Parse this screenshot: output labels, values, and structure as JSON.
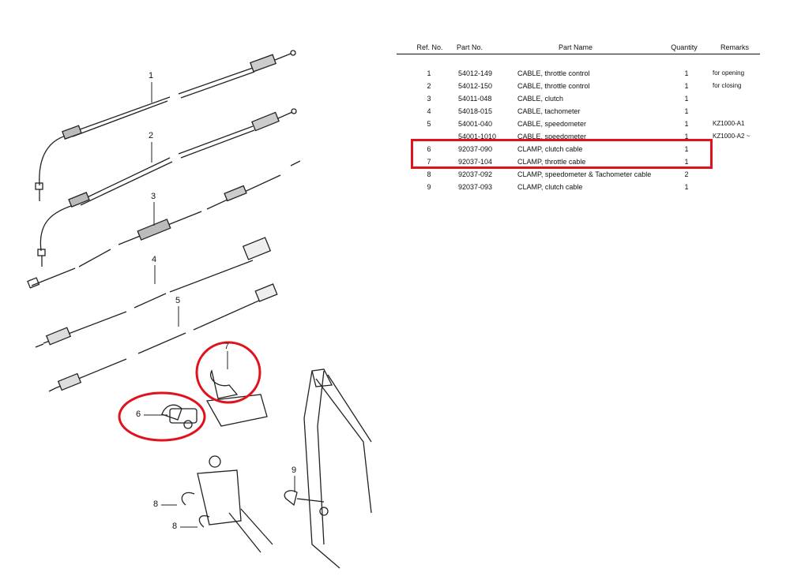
{
  "parts_table": {
    "headers": {
      "ref": "Ref. No.",
      "part": "Part No.",
      "name": "Part Name",
      "qty": "Quantity",
      "remarks": "Remarks"
    },
    "rows": [
      {
        "ref": "1",
        "part": "54012-149",
        "name": "CABLE, throttle control",
        "qty": "1",
        "remarks": "for opening"
      },
      {
        "ref": "2",
        "part": "54012-150",
        "name": "CABLE, throttle control",
        "qty": "1",
        "remarks": "for closing"
      },
      {
        "ref": "3",
        "part": "54011-048",
        "name": "CABLE, clutch",
        "qty": "1",
        "remarks": ""
      },
      {
        "ref": "4",
        "part": "54018-015",
        "name": "CABLE, tachometer",
        "qty": "1",
        "remarks": ""
      },
      {
        "ref": "5",
        "part": "54001-040",
        "name": "CABLE, speedometer",
        "qty": "1",
        "remarks": "KZ1000-A1"
      },
      {
        "ref": "",
        "part": "54001-1010",
        "name": "CABLE, speedometer",
        "qty": "1",
        "remarks": "KZ1000-A2 ~"
      },
      {
        "ref": "6",
        "part": "92037-090",
        "name": "CLAMP, clutch cable",
        "qty": "1",
        "remarks": ""
      },
      {
        "ref": "7",
        "part": "92037-104",
        "name": "CLAMP, throttle cable",
        "qty": "1",
        "remarks": ""
      },
      {
        "ref": "8",
        "part": "92037-092",
        "name": "CLAMP, speedometer & Tachometer cable",
        "qty": "2",
        "remarks": ""
      },
      {
        "ref": "9",
        "part": "92037-093",
        "name": "CLAMP, clutch cable",
        "qty": "1",
        "remarks": ""
      }
    ]
  },
  "diagram_labels": {
    "l1": "1",
    "l2": "2",
    "l3": "3",
    "l4": "4",
    "l5": "5",
    "l6": "6",
    "l7": "7",
    "l8a": "8",
    "l8b": "8",
    "l9": "9"
  },
  "highlight_color": "#e0121c"
}
